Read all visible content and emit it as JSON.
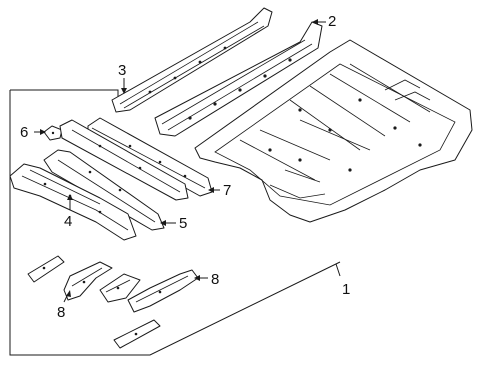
{
  "callouts": {
    "part_1": "1",
    "part_2": "2",
    "part_3": "3",
    "part_4": "4",
    "part_5": "5",
    "part_6": "6",
    "part_7": "7",
    "part_8_right": "8",
    "part_8_left": "8"
  },
  "icons": {
    "leader_style": "arrow-leader-icon"
  }
}
